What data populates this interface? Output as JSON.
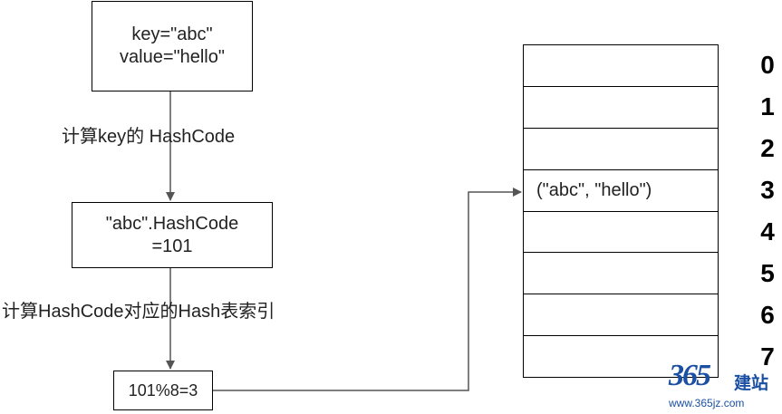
{
  "diagram": {
    "input_box": {
      "line1": "key=\"abc\"",
      "line2": "value=\"hello\""
    },
    "step1_label": "计算key的 HashCode",
    "hashcode_box": {
      "line1": "\"abc\".HashCode",
      "line2": "=101"
    },
    "step2_label": "计算HashCode对应的Hash表索引",
    "index_box": {
      "text": "101%8=3"
    },
    "hash_table": {
      "slots": [
        "",
        "",
        "",
        "(\"abc\", \"hello\")",
        "",
        "",
        "",
        ""
      ],
      "indices": [
        "0",
        "1",
        "2",
        "3",
        "4",
        "5",
        "6",
        "7"
      ]
    }
  },
  "watermark": {
    "number": "365",
    "brand": "建站",
    "url": "www.365jz.com"
  }
}
